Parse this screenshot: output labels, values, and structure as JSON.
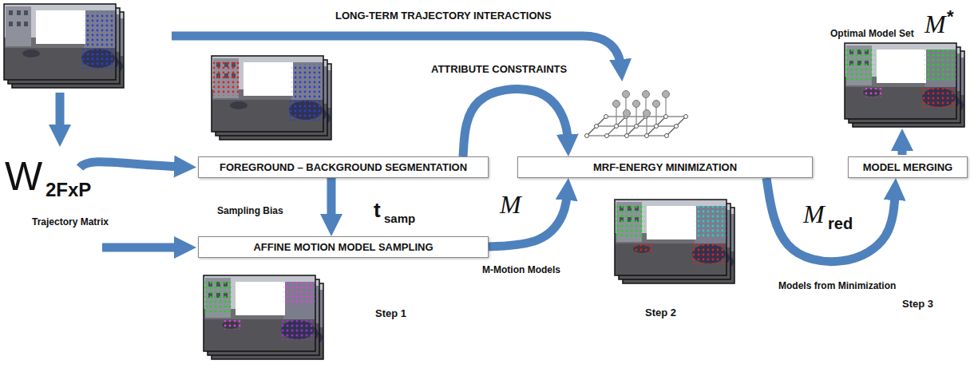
{
  "diagram": {
    "nodes": [
      {
        "text": [
          "FOREGROUND – BACKGROUND SEGMENTATION"
        ]
      },
      {
        "text": [
          "AFFINE MOTION MODEL SAMPLING"
        ]
      },
      {
        "text": [
          "MRF-ENERGY MINIMIZATION"
        ]
      },
      {
        "text": [
          "MODEL MERGING"
        ]
      }
    ],
    "edges": [
      {
        "from": 0,
        "to": 1,
        "arrow": "to"
      },
      {
        "from": 0,
        "to": 2,
        "arrow": "to"
      },
      {
        "from": 1,
        "to": 2,
        "arrow": "to"
      },
      {
        "from": 2,
        "to": 3,
        "arrow": "to"
      }
    ],
    "labels": [
      "LONG-TERM TRAJECTORY INTERACTIONS",
      "ATTRIBUTE CONSTRAINTS",
      "Optimal Model Set",
      "M",
      "*",
      "W",
      "2FxP",
      "Trajectory Matrix",
      "Sampling Bias",
      "t",
      "samp",
      "M",
      "M-Motion Models",
      "M",
      "red",
      "Models from Minimization",
      "Step 1",
      "Step 2",
      "Step 3"
    ]
  }
}
